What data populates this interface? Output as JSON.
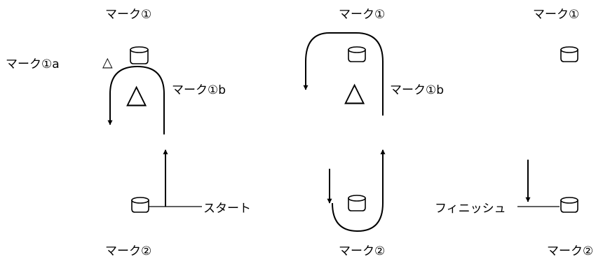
{
  "labels": {
    "mark1": "マーク①",
    "mark2": "マーク②",
    "mark1a": "マーク①a",
    "mark1b": "マーク①b",
    "start": "スタート",
    "finish": "フィニッシュ",
    "triangle": "△"
  }
}
